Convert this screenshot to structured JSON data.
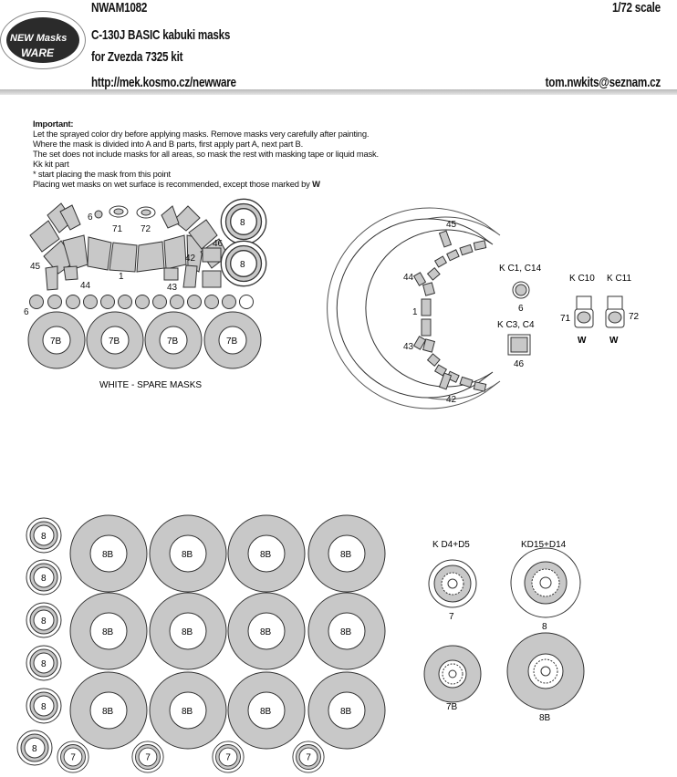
{
  "header": {
    "code": "NWAM1082",
    "title": "C-130J BASIC kabuki masks",
    "kit": "for Zvezda 7325 kit",
    "url": "http://mek.kosmo.cz/newware",
    "scale": "1/72 scale",
    "email": "tom.nwkits@seznam.cz",
    "logo_line1": "NEW Masks",
    "logo_line2": "WARE"
  },
  "instructions": {
    "heading": "Important:",
    "lines": [
      "Let the sprayed color dry before applying masks. Remove masks very carefully after painting.",
      "Where the mask is divided into A and B parts, first apply part A, next part B.",
      "The set does not include masks for all areas, so mask the rest with masking tape or liquid mask.",
      "Kk kit part",
      "* start placing the mask from this point",
      "Placing wet masks on wet surface is recommended, except those marked by"
    ],
    "wet_mark": "W"
  },
  "labels": {
    "n1": "1",
    "n6": "6",
    "n7": "7",
    "n8": "8",
    "n42": "42",
    "n43": "43",
    "n44": "44",
    "n45": "45",
    "n46": "46",
    "n71": "71",
    "n72": "72",
    "s7B": "7B",
    "s8B": "8B",
    "spare": "WHITE - SPARE MASKS",
    "kc1": "K C1, C14",
    "kc3": "K C3, C4",
    "kc10": "K C10",
    "kc11": "K C11",
    "kd4": "K D4+D5",
    "kd15": "KD15+D14",
    "w": "W"
  }
}
